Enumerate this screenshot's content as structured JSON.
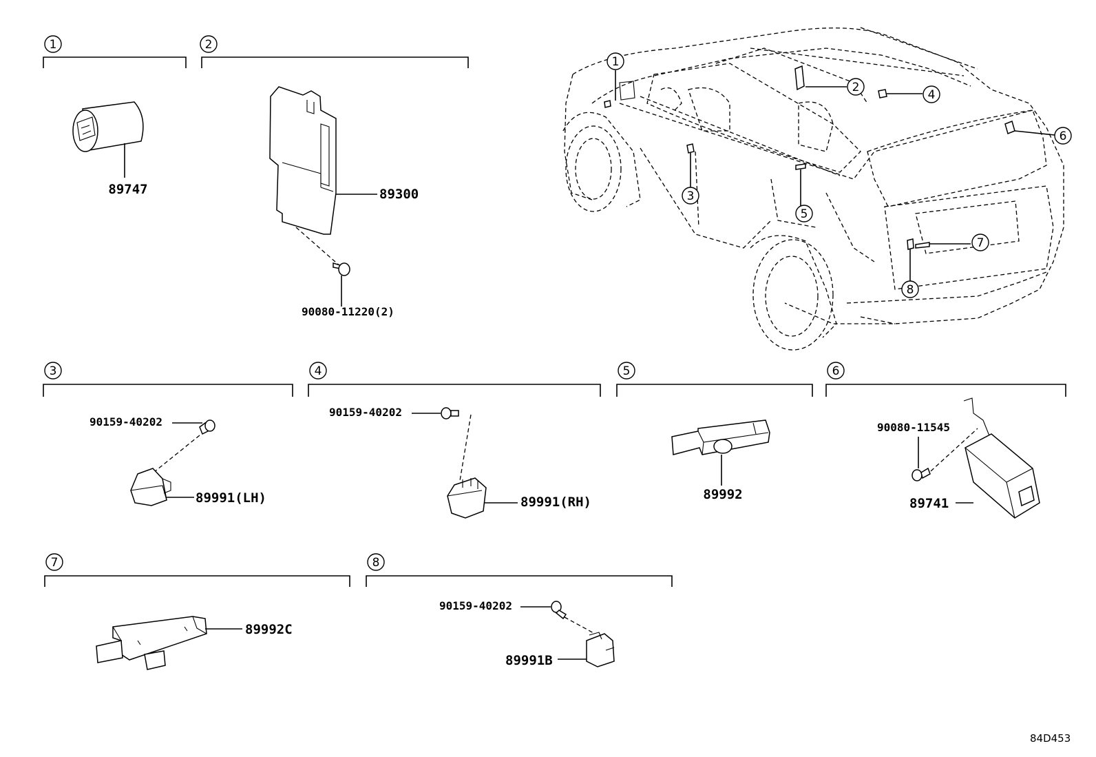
{
  "sections": [
    {
      "num": "1",
      "parts": [
        "89747"
      ]
    },
    {
      "num": "2",
      "parts": [
        "89300",
        "90080-11220(2)"
      ]
    },
    {
      "num": "3",
      "parts": [
        "90159-40202",
        "89991(LH)"
      ]
    },
    {
      "num": "4",
      "parts": [
        "90159-40202",
        "89991(RH)"
      ]
    },
    {
      "num": "5",
      "parts": [
        "89992"
      ]
    },
    {
      "num": "6",
      "parts": [
        "90080-11545",
        "89741"
      ]
    },
    {
      "num": "7",
      "parts": [
        "89992C"
      ]
    },
    {
      "num": "8",
      "parts": [
        "90159-40202",
        "89991B"
      ]
    }
  ],
  "vehicle_callouts": [
    "1",
    "2",
    "3",
    "4",
    "5",
    "6",
    "7",
    "8"
  ],
  "diagram_code": "84D453"
}
